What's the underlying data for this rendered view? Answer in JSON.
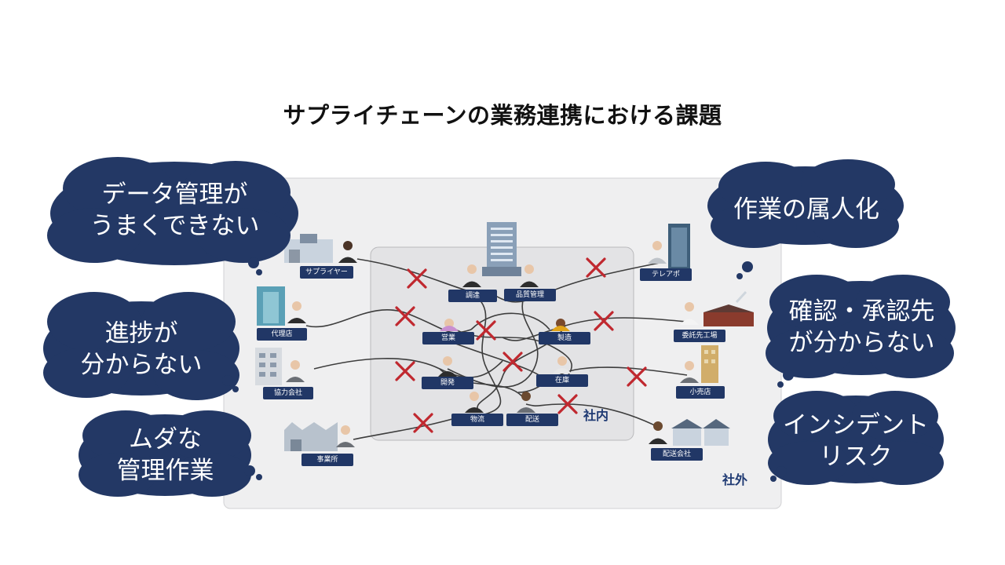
{
  "title": "サプライチェーンの業務連携における課題",
  "zones": {
    "internal": "社内",
    "external": "社外"
  },
  "issues_left": [
    [
      "データ管理が",
      "うまくできない"
    ],
    [
      "進捗が",
      "分からない"
    ],
    [
      "ムダな",
      "管理作業"
    ]
  ],
  "issues_right": [
    [
      "作業の属人化"
    ],
    [
      "確認・承認先",
      "が分からない"
    ],
    [
      "インシデント",
      "リスク"
    ]
  ],
  "internal_roles": [
    "調達",
    "品質管理",
    "営業",
    "製造",
    "開発",
    "在庫",
    "物流",
    "配送"
  ],
  "external_parties": [
    "サプライヤー",
    "代理店",
    "協力会社",
    "事業所",
    "テレアポ",
    "委託先工場",
    "小売店",
    "配送会社"
  ],
  "colors": {
    "bubble": "#233865",
    "label": "#213766",
    "cross": "#c0282f",
    "outer_box": "#efeff0",
    "inner_box": "#e3e3e5"
  }
}
